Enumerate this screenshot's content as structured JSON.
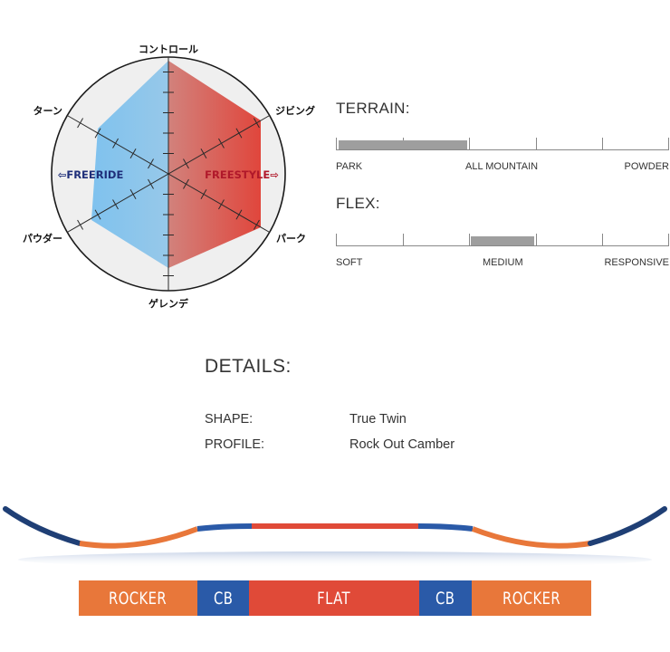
{
  "radar": {
    "axes": {
      "top": "コントロール",
      "upper_right": "ジビング",
      "lower_right": "パーク",
      "bottom": "ゲレンデ",
      "lower_left": "パウダー",
      "upper_left": "ターン"
    },
    "left_style": "⇦FREERIDE",
    "right_style": "FREESTYLE⇨",
    "colors": {
      "freeride": "#1f2f7a",
      "freestyle": "#b0182a",
      "blue_fill": "#8cc7ec",
      "red_fill": "#d9443d"
    }
  },
  "terrain": {
    "title": "TERRAIN:",
    "labels": [
      "PARK",
      "ALL MOUNTAIN",
      "POWDER"
    ],
    "fill_range": [
      0,
      0.4
    ]
  },
  "flex": {
    "title": "FLEX:",
    "labels": [
      "SOFT",
      "MEDIUM",
      "RESPONSIVE"
    ],
    "fill_range": [
      0.4,
      0.6
    ]
  },
  "details": {
    "title": "DETAILS:",
    "rows": [
      {
        "key": "SHAPE:",
        "value": "True Twin"
      },
      {
        "key": "PROFILE:",
        "value": "Rock Out Camber"
      }
    ]
  },
  "profile_bar": {
    "segments": [
      {
        "label": "ROCKER",
        "color": "#e8773a"
      },
      {
        "label": "CB",
        "color": "#2a5aa8"
      },
      {
        "label": "FLAT",
        "color": "#e04a38"
      },
      {
        "label": "CB",
        "color": "#2a5aa8"
      },
      {
        "label": "ROCKER",
        "color": "#e8773a"
      }
    ]
  }
}
